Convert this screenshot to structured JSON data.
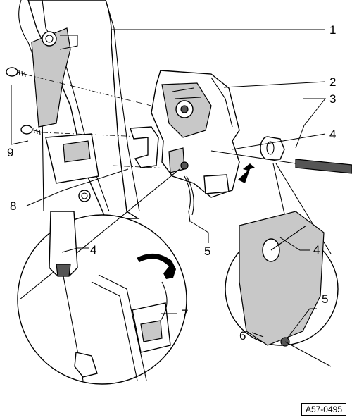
{
  "figure_ref": "A57-0495",
  "callouts": [
    {
      "id": "c1",
      "label": "1"
    },
    {
      "id": "c2",
      "label": "2"
    },
    {
      "id": "c3",
      "label": "3"
    },
    {
      "id": "c4a",
      "label": "4"
    },
    {
      "id": "c4b",
      "label": "4"
    },
    {
      "id": "c4c",
      "label": "4"
    },
    {
      "id": "c5a",
      "label": "5"
    },
    {
      "id": "c5b",
      "label": "5"
    },
    {
      "id": "c6",
      "label": "6"
    },
    {
      "id": "c7",
      "label": "7"
    },
    {
      "id": "c8",
      "label": "8"
    },
    {
      "id": "c9",
      "label": "9"
    }
  ]
}
